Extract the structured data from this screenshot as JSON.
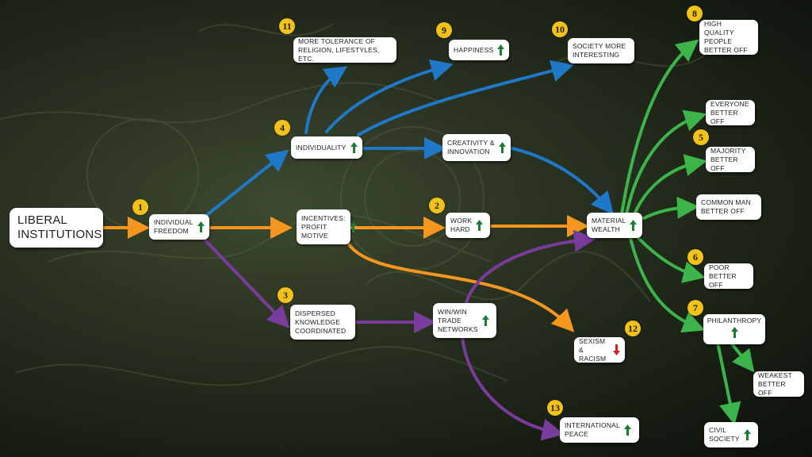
{
  "colors": {
    "blue": "#1f78c8",
    "orange": "#f5961e",
    "purple": "#7a3c9c",
    "green": "#3cb449",
    "up_arrow": "#1d7a34",
    "down_arrow": "#d62020",
    "badge": "#f2c21a"
  },
  "nodes": {
    "liberal": "LIBERAL\nINSTITUTIONS",
    "freedom": "INDIVIDUAL\nFREEDOM",
    "individuality": "INDIVIDUALITY",
    "incentives": "INCENTIVES:\nPROFIT\nMOTIVE",
    "dispersed": "DISPERSED\nKNOWLEDGE\nCOORDINATED",
    "tolerance": "MORE TOLERANCE OF\nRELIGION, LIFESTYLES, ETC.",
    "happiness": "HAPPINESS",
    "interesting": "SOCIETY MORE\nINTERESTING",
    "creativity": "CREATIVITY &\nINNOVATION",
    "work": "WORK\nHARD",
    "winwin": "WIN/WIN\nTRADE\nNETWORKS",
    "wealth": "MATERIAL\nWEALTH",
    "sexism": "SEXISM &\nRACISM",
    "peace": "INTERNATIONAL\nPEACE",
    "high_quality": "HIGH QUALITY\nPEOPLE\nBETTER OFF",
    "everyone": "EVERYONE\nBETTER OFF",
    "majority": "MAJORITY\nBETTER OFF",
    "common_man": "COMMON MAN\nBETTER OFF",
    "poor": "POOR\nBETTER OFF",
    "philanthropy": "PHILANTHROPY",
    "weakest": "WEAKEST\nBETTER OFF",
    "civil": "CIVIL\nSOCIETY"
  },
  "badges": {
    "b1": "1",
    "b2": "2",
    "b3": "3",
    "b4": "4",
    "b5": "5",
    "b6": "6",
    "b7": "7",
    "b8": "8",
    "b9": "9",
    "b10": "10",
    "b11": "11",
    "b12": "12",
    "b13": "13"
  },
  "edges": [
    {
      "from": "liberal",
      "to": "freedom",
      "color": "orange"
    },
    {
      "from": "freedom",
      "to": "individuality",
      "color": "blue"
    },
    {
      "from": "freedom",
      "to": "incentives",
      "color": "orange"
    },
    {
      "from": "freedom",
      "to": "dispersed",
      "color": "purple"
    },
    {
      "from": "individuality",
      "to": "tolerance",
      "color": "blue"
    },
    {
      "from": "individuality",
      "to": "happiness",
      "color": "blue"
    },
    {
      "from": "individuality",
      "to": "interesting",
      "color": "blue"
    },
    {
      "from": "individuality",
      "to": "creativity",
      "color": "blue"
    },
    {
      "from": "creativity",
      "to": "wealth",
      "color": "blue"
    },
    {
      "from": "incentives",
      "to": "work",
      "color": "orange"
    },
    {
      "from": "incentives",
      "to": "sexism",
      "color": "orange"
    },
    {
      "from": "work",
      "to": "wealth",
      "color": "orange"
    },
    {
      "from": "dispersed",
      "to": "winwin",
      "color": "purple"
    },
    {
      "from": "winwin",
      "to": "wealth",
      "color": "purple"
    },
    {
      "from": "winwin",
      "to": "peace",
      "color": "purple"
    },
    {
      "from": "wealth",
      "to": "high_quality",
      "color": "green"
    },
    {
      "from": "wealth",
      "to": "everyone",
      "color": "green"
    },
    {
      "from": "wealth",
      "to": "majority",
      "color": "green"
    },
    {
      "from": "wealth",
      "to": "common_man",
      "color": "green"
    },
    {
      "from": "wealth",
      "to": "poor",
      "color": "green"
    },
    {
      "from": "wealth",
      "to": "philanthropy",
      "color": "green"
    },
    {
      "from": "philanthropy",
      "to": "weakest",
      "color": "green"
    },
    {
      "from": "philanthropy",
      "to": "civil",
      "color": "green"
    }
  ]
}
